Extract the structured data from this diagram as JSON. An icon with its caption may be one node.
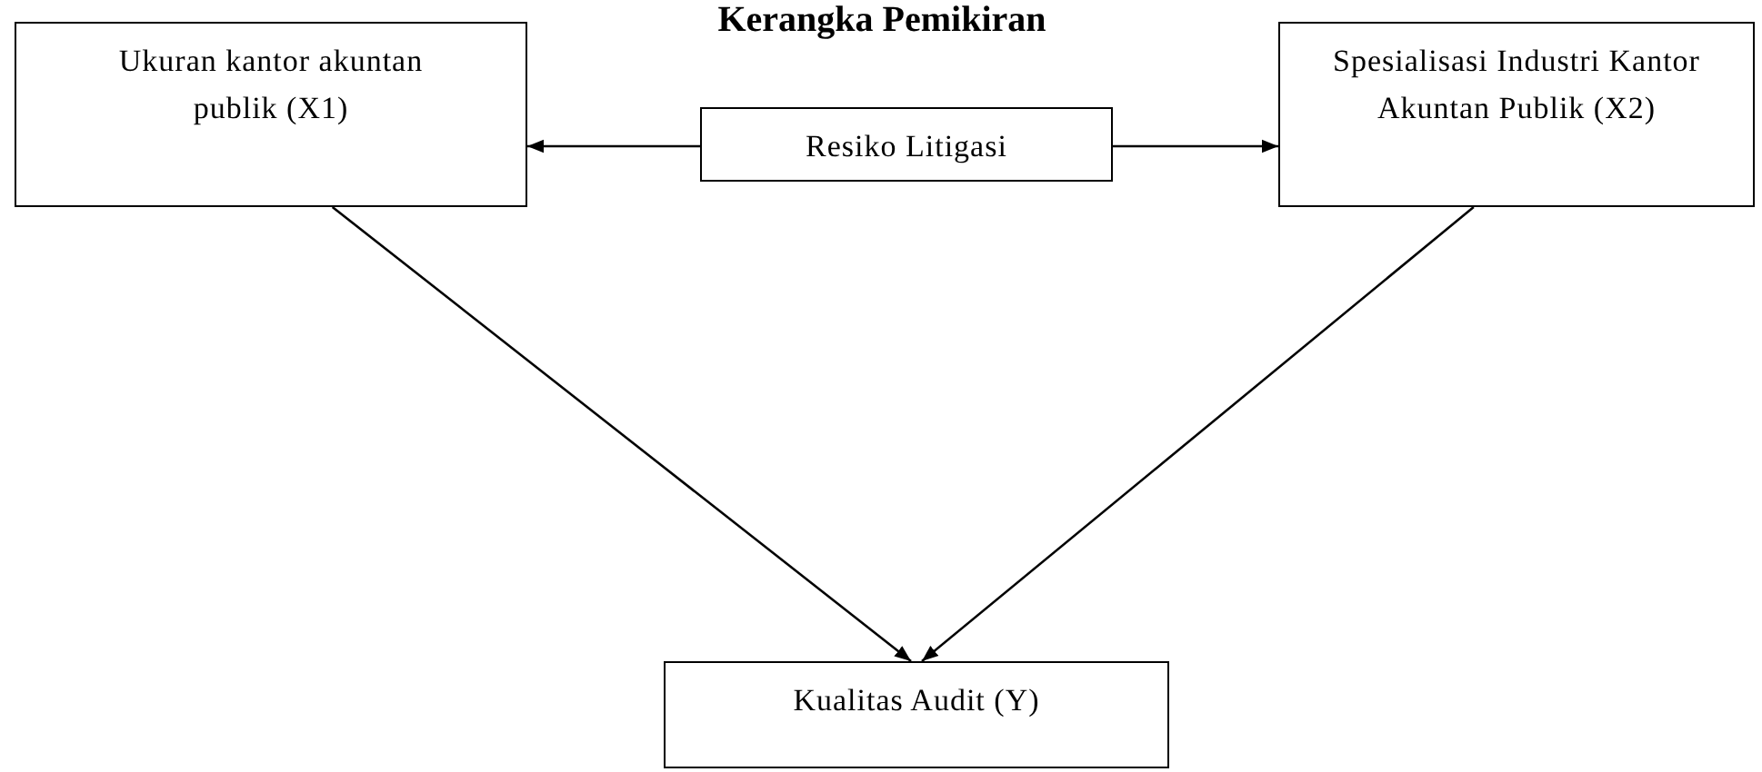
{
  "diagram": {
    "title": "Kerangka Pemikiran",
    "nodes": [
      {
        "text": [
          "Ukuran kantor akuntan publik (X1)"
        ]
      },
      {
        "text": [
          "Resiko Litigasi"
        ]
      },
      {
        "text": [
          "Spesialisasi Industri Kantor Akuntan Publik (X2)"
        ]
      },
      {
        "text": [
          "Kualitas Audit (Y)"
        ]
      }
    ],
    "edges": [
      {
        "from": 1,
        "to": 0,
        "arrow": "to"
      },
      {
        "from": 1,
        "to": 2,
        "arrow": "to"
      },
      {
        "from": 0,
        "to": 3,
        "arrow": "to"
      },
      {
        "from": 2,
        "to": 3,
        "arrow": "to"
      }
    ]
  }
}
